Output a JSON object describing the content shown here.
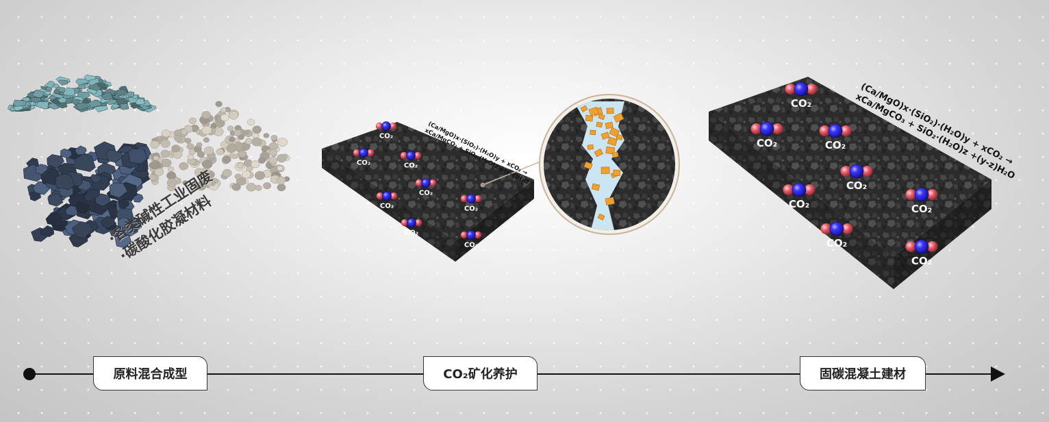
{
  "raw_materials": {
    "lines": [
      "·各类碱性工业固废",
      "·碳酸化胶凝材料"
    ]
  },
  "co2_label": "CO₂",
  "equations": {
    "small": [
      "(Ca/MgO)x·(SiO₂)·(H₂O)y + xCO₂ →",
      "xCa/MgCO₃ + SiO₂·(H₂O)z +(y-z)H₂O"
    ],
    "large": [
      "(Ca/MgO)x·(SiO₂)·(H₂O)y + xCO₂ →",
      "xCa/MgCO₃ + SiO₂·(H₂O)z +(y-z)H₂O"
    ]
  },
  "timeline": {
    "stages": [
      "原料混合成型",
      "CO₂矿化养护",
      "固碳混凝土建材"
    ]
  },
  "colors": {
    "slag_teal": "#6f9ba0",
    "slag_navy": "#3d4b63",
    "slag_beige": "#cfc8bc",
    "concrete": "#2b2b2b",
    "carbon_atom": "#2d2bff",
    "oxygen_atom": "#e05a64",
    "crystal": "#f0a030",
    "pore": "#cbe6f2",
    "timeline": "#111111"
  }
}
